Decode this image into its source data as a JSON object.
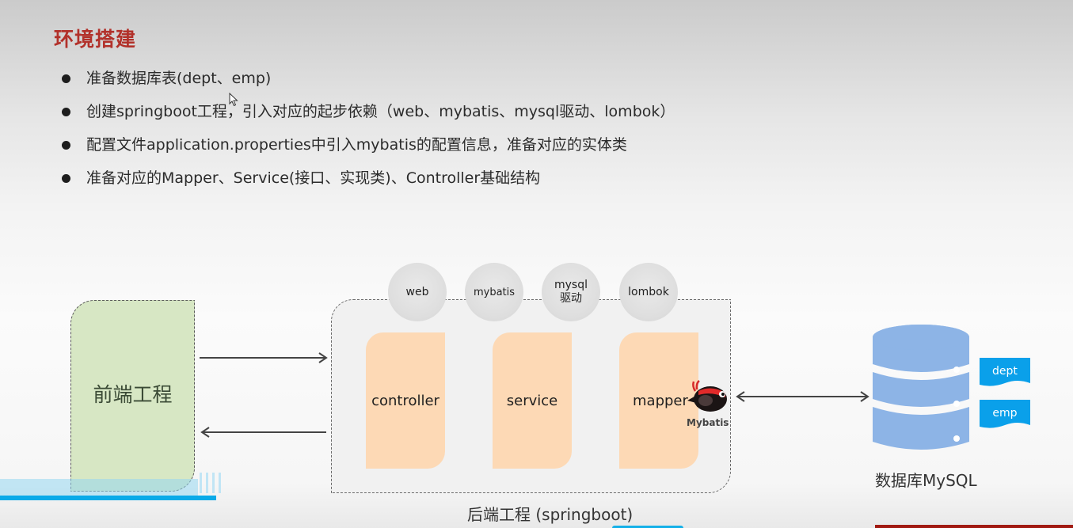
{
  "slide": {
    "title": "环境搭建",
    "bullets": [
      "准备数据库表(dept、emp)",
      "创建springboot工程，引入对应的起步依赖（web、mybatis、mysql驱动、lombok）",
      "配置文件application.properties中引入mybatis的配置信息，准备对应的实体类",
      "准备对应的Mapper、Service(接口、实现类)、Controller基础结构"
    ]
  },
  "diagram": {
    "frontend": {
      "label": "前端工程"
    },
    "backend": {
      "label": "后端工程 (springboot)",
      "dependencies": [
        {
          "line1": "web",
          "line2": ""
        },
        {
          "line1": "mybatis",
          "line2": ""
        },
        {
          "line1": "mysql",
          "line2": "驱动"
        },
        {
          "line1": "lombok",
          "line2": ""
        }
      ],
      "layers": [
        "controller",
        "service",
        "mapper"
      ],
      "mybatis_logo_label": "Mybatis"
    },
    "database": {
      "label": "数据库MySQL",
      "tables": [
        "dept",
        "emp"
      ]
    },
    "colors": {
      "title": "#b2312a",
      "frontend_fill": "#d7e7c4",
      "backend_fill": "#f1f1f1",
      "layer_fill": "#fdd9b5",
      "database_fill": "#8db4e6",
      "table_tag_fill": "#0aa0ea"
    }
  }
}
